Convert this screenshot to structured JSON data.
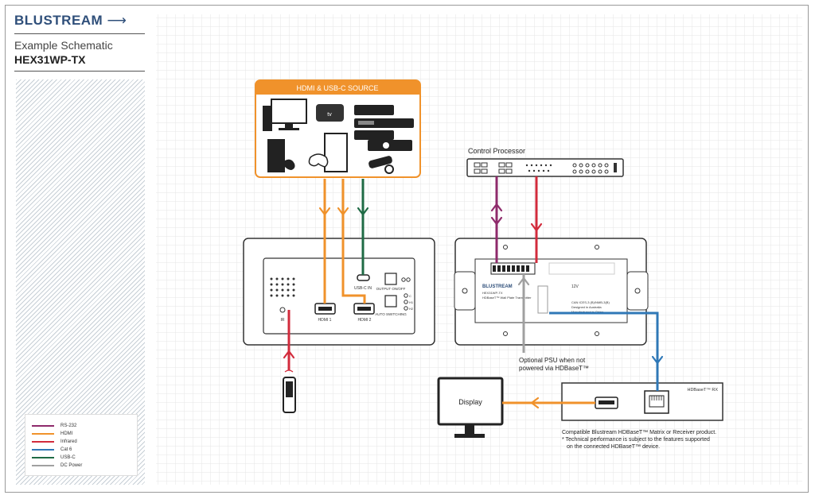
{
  "brand": {
    "name": "BLUSTREAM",
    "subtitle": "Example Schematic",
    "model": "HEX31WP-TX"
  },
  "source": {
    "title": "HDMI & USB-C SOURCE"
  },
  "control": {
    "title": "Control Processor"
  },
  "tx_panel": {
    "usbc_label": "USB-C IN",
    "hdmi1_label": "HDMI 1",
    "hdmi2_label": "HDMI 2",
    "ir_label": "IR",
    "output_label": "OUTPUT ON/OFF",
    "auto_label": "AUTO SWITCHING",
    "ind1": "C",
    "ind2": "H1",
    "ind3": "H2"
  },
  "tx_rear": {
    "brand": "BLUSTREAM",
    "model": "HEX31WP-TX",
    "desc": "HDBaseT™ Wall Plate Transmitter",
    "cert": "CAN ICES-3 (B)/NMB-3(B)",
    "origin1": "Designed in Australia",
    "origin2": "Manufactured in China",
    "voltage": "12V"
  },
  "psu_note": {
    "line1": "Optional PSU when not",
    "line2": "powered via HDBaseT™"
  },
  "receiver": {
    "label": "HDBaseT™ RX"
  },
  "display": {
    "label": "Display"
  },
  "compat_note": {
    "line1": "Compatible Blustream HDBaseT™ Matrix or Receiver product.",
    "line2": "* Technical performance is subject to the features supported",
    "line3": "on the connected HDBaseT™ device."
  },
  "legend": [
    {
      "label": "RS-232",
      "color": "#8e2a6b"
    },
    {
      "label": "HDMI",
      "color": "#f0922b"
    },
    {
      "label": "Infrared",
      "color": "#d22b3c"
    },
    {
      "label": "Cat 6",
      "color": "#2f78b7"
    },
    {
      "label": "USB-C",
      "color": "#1f6b45"
    },
    {
      "label": "DC Power",
      "color": "#a0a0a0"
    }
  ],
  "colors": {
    "rs232": "#8e2a6b",
    "hdmi": "#f0922b",
    "ir": "#d22b3c",
    "cat6": "#2f78b7",
    "usbc": "#1f6b45",
    "dc": "#a0a0a0",
    "accent": "#f0922b"
  }
}
